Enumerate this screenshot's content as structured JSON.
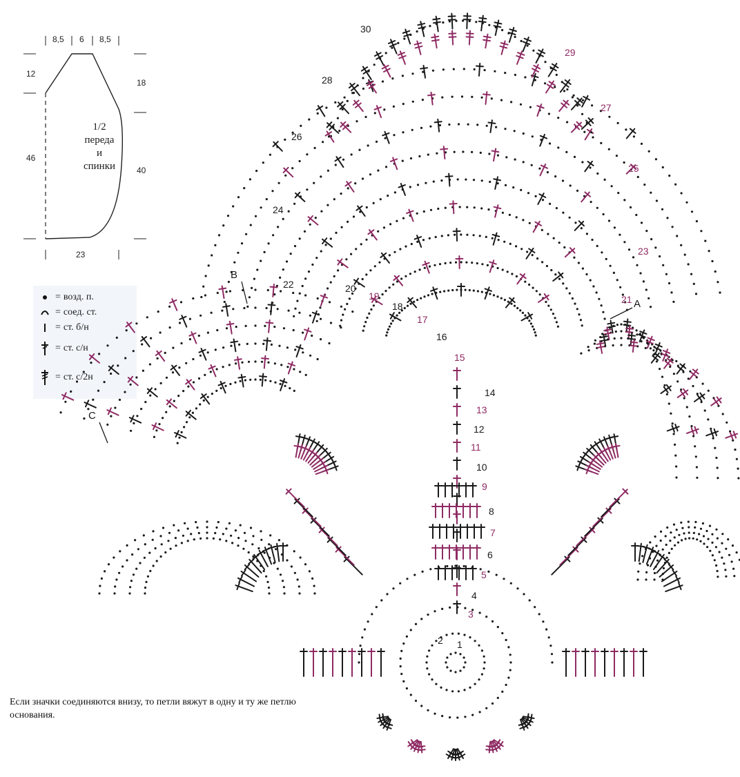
{
  "schematic": {
    "top_dims": [
      "8,5",
      "6",
      "8,5"
    ],
    "left_dims": [
      "12",
      "46"
    ],
    "right_dims": [
      "18",
      "40"
    ],
    "bottom_dim": "23",
    "fraction": "1/2",
    "caption_lines": [
      "переда",
      "и",
      "спинки"
    ]
  },
  "legend": {
    "items": [
      {
        "symbol": "chain-dot-icon",
        "text": "возд. п."
      },
      {
        "symbol": "slip-stitch-icon",
        "text": "соед. ст."
      },
      {
        "symbol": "single-crochet-icon",
        "text": "ст. б/н"
      },
      {
        "symbol": "double-crochet-icon",
        "text": "ст. с/н"
      },
      {
        "symbol": "treble-crochet-icon",
        "text": "ст. с/2н"
      }
    ],
    "eq": "="
  },
  "diagram": {
    "colors": {
      "dark": "#1a1a1a",
      "accent": "#8e2a63"
    },
    "rows": [
      "1",
      "2",
      "3",
      "4",
      "5",
      "6",
      "7",
      "8",
      "9",
      "10",
      "11",
      "12",
      "13",
      "14",
      "15",
      "16",
      "17",
      "18",
      "19",
      "20",
      "21",
      "22",
      "23",
      "24",
      "25",
      "26",
      "27",
      "28",
      "29",
      "30"
    ],
    "markers": [
      "A",
      "B",
      "C"
    ]
  },
  "note": "Если значки соединяются внизу, то петли вяжут в одну и ту же петлю основания."
}
